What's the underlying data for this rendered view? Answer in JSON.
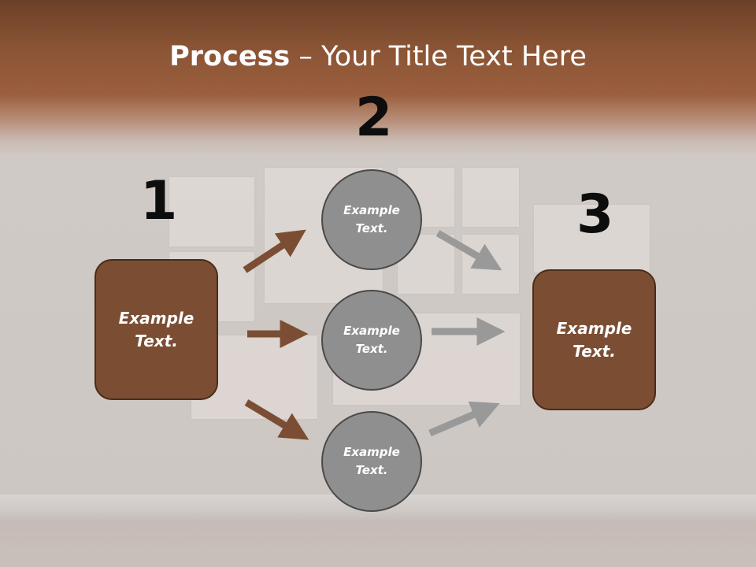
{
  "title": {
    "bold": "Process",
    "rest": " – Your Title Text Here"
  },
  "steps": [
    {
      "number": "1",
      "text_line1": "Example",
      "text_line2": "Text."
    },
    {
      "number": "2"
    },
    {
      "number": "3",
      "text_line1": "Example",
      "text_line2": "Text."
    }
  ],
  "circles": [
    {
      "line1": "Example",
      "line2": "Text."
    },
    {
      "line1": "Example",
      "line2": "Text."
    },
    {
      "line1": "Example",
      "line2": "Text."
    }
  ],
  "colors": {
    "brown": "#7b4e33",
    "brown_dark": "#4a2c1b",
    "gray": "#8f8f8f",
    "gray_arrow": "#999999"
  }
}
